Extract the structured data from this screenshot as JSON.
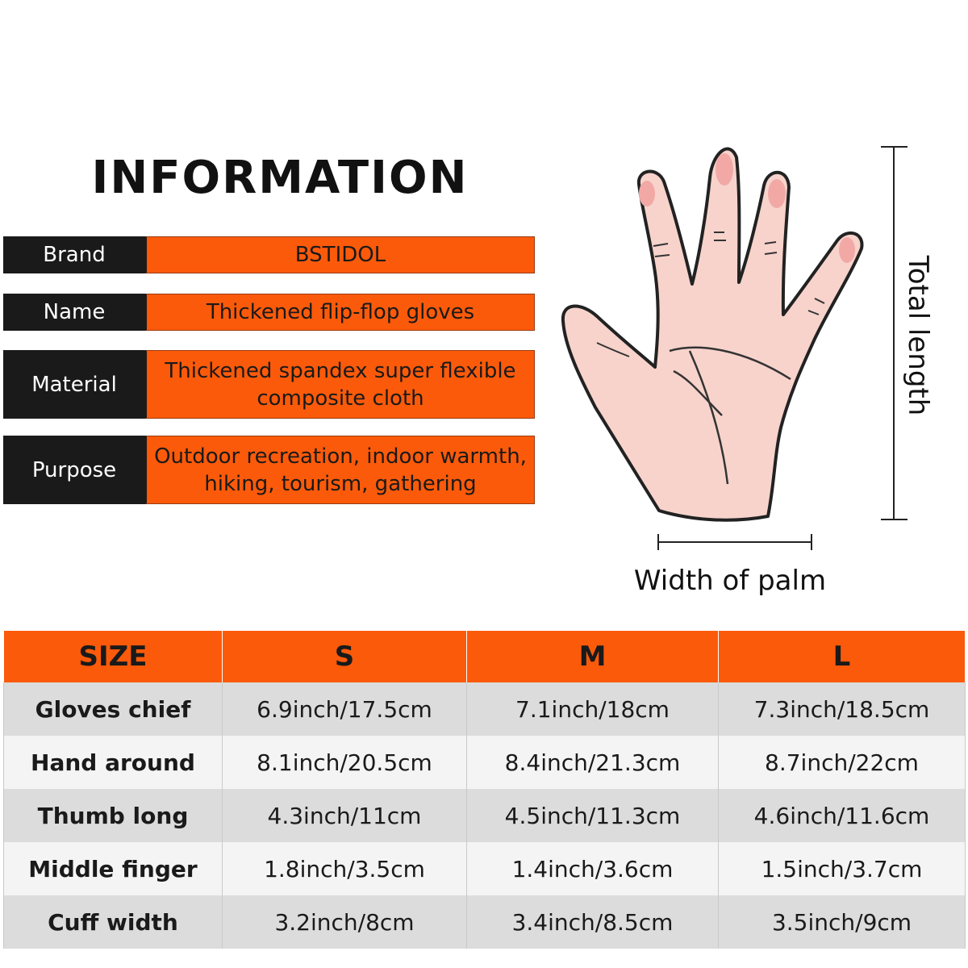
{
  "title": "INFORMATION",
  "info": [
    {
      "label": "Brand",
      "value": "BSTIDOL"
    },
    {
      "label": "Name",
      "value": "Thickened flip-flop gloves"
    },
    {
      "label": "Material",
      "value": "Thickened spandex super flexible composite cloth"
    },
    {
      "label": "Purpose",
      "value": "Outdoor recreation, indoor warmth, hiking, tourism, gathering"
    }
  ],
  "diagram": {
    "total_length_label": "Total length",
    "palm_width_label": "Width of palm"
  },
  "size_table": {
    "headers": [
      "SIZE",
      "S",
      "M",
      "L"
    ],
    "rows": [
      [
        "Gloves chief",
        "6.9inch/17.5cm",
        "7.1inch/18cm",
        "7.3inch/18.5cm"
      ],
      [
        "Hand around",
        "8.1inch/20.5cm",
        "8.4inch/21.3cm",
        "8.7inch/22cm"
      ],
      [
        "Thumb long",
        "4.3inch/11cm",
        "4.5inch/11.3cm",
        "4.6inch/11.6cm"
      ],
      [
        "Middle finger",
        "1.8inch/3.5cm",
        "1.4inch/3.6cm",
        "1.5inch/3.7cm"
      ],
      [
        "Cuff width",
        "3.2inch/8cm",
        "3.4inch/8.5cm",
        "3.5inch/9cm"
      ]
    ]
  },
  "colors": {
    "accent": "#fb5a0a",
    "label_bg": "#1a1a1a",
    "row_dark": "#dcdcdc",
    "row_light": "#f4f4f4",
    "skin": "#f7d3cc"
  }
}
